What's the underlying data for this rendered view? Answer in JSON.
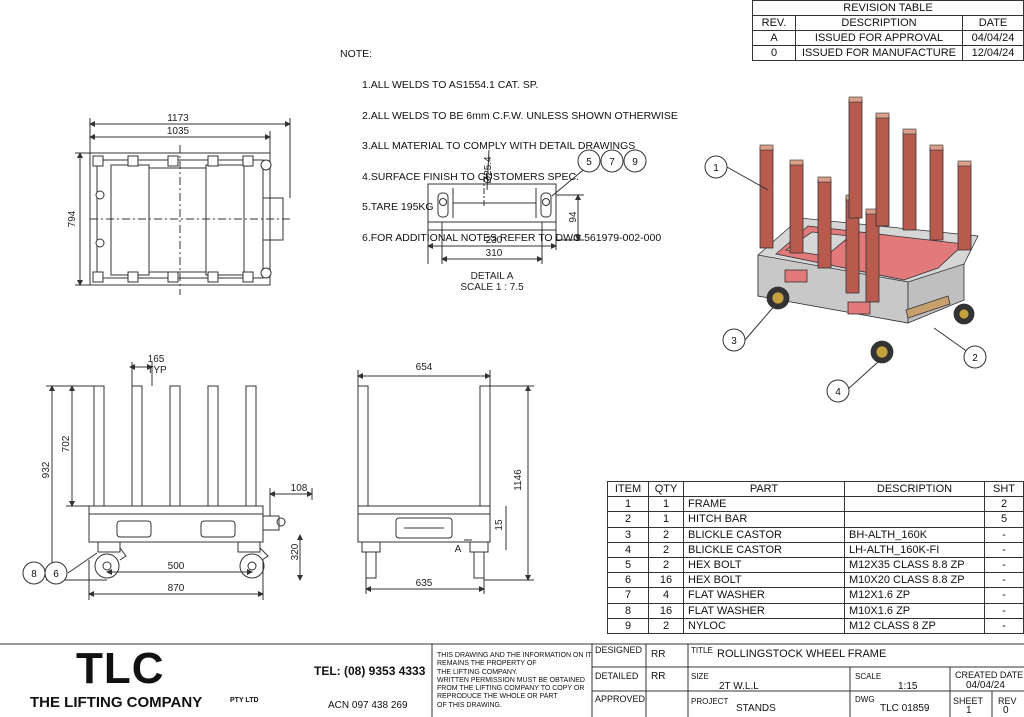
{
  "notes": {
    "heading": "NOTE:",
    "items": [
      "1.ALL WELDS TO AS1554.1 CAT. SP.",
      "2.ALL WELDS TO BE 6mm C.F.W. UNLESS SHOWN OTHERWISE",
      "3.ALL MATERIAL TO COMPLY WITH DETAIL DRAWINGS",
      "4.SURFACE FINISH TO CUSTOMERS SPEC.",
      "5.TARE 195KG",
      "6.FOR ADDITIONAL NOTES REFER TO DWG 561979-002-000"
    ]
  },
  "revision_table": {
    "title": "REVISION TABLE",
    "headers": [
      "REV.",
      "DESCRIPTION",
      "DATE"
    ],
    "rows": [
      [
        "A",
        "ISSUED FOR APPROVAL",
        "04/04/24"
      ],
      [
        "0",
        "ISSUED FOR MANUFACTURE",
        "12/04/24"
      ]
    ]
  },
  "bom": {
    "headers": [
      "ITEM",
      "QTY",
      "PART",
      "DESCRIPTION",
      "SHT"
    ],
    "rows": [
      [
        "1",
        "1",
        "FRAME",
        "",
        "2"
      ],
      [
        "2",
        "1",
        "HITCH BAR",
        "",
        "5"
      ],
      [
        "3",
        "2",
        "BLICKLE CASTOR",
        "BH-ALTH_160K",
        "-"
      ],
      [
        "4",
        "2",
        "BLICKLE CASTOR",
        "LH-ALTH_160K-FI",
        "-"
      ],
      [
        "5",
        "2",
        "HEX BOLT",
        "M12X35 CLASS 8.8 ZP",
        "-"
      ],
      [
        "6",
        "16",
        "HEX BOLT",
        "M10X20 CLASS 8.8 ZP",
        "-"
      ],
      [
        "7",
        "4",
        "FLAT WASHER",
        "M12X1.6 ZP",
        "-"
      ],
      [
        "8",
        "16",
        "FLAT WASHER",
        "M10X1.6 ZP",
        "-"
      ],
      [
        "9",
        "2",
        "NYLOC",
        "M12 CLASS 8 ZP",
        "-"
      ]
    ]
  },
  "dimensions": {
    "top_view": {
      "overall_width": "1173",
      "inner_width": "1035",
      "depth": "794"
    },
    "detail_a": {
      "hole_dia": "Ø25.4",
      "height": "94",
      "inner": "230",
      "outer": "310",
      "label": "DETAIL A",
      "scale": "SCALE 1 : 7.5"
    },
    "side_view": {
      "post_spacing": "165",
      "typ": "TYP",
      "post_height": "702",
      "overall_height": "932",
      "hitch": "108",
      "wheel_height": "320",
      "wheelbase": "500",
      "length": "870"
    },
    "end_view": {
      "width_top": "654",
      "overall_height": "1146",
      "offset": "15",
      "width_bottom": "635",
      "section_marker": "A"
    }
  },
  "balloons": [
    "5",
    "7",
    "9",
    "1",
    "2",
    "3",
    "4",
    "8",
    "6"
  ],
  "title_block": {
    "company_logo": "TLC",
    "company_name": "THE LIFTING COMPANY",
    "company_suffix": "PTY LTD",
    "phone": "TEL: (08) 9353 4333",
    "acn": "ACN 097 438 269",
    "disclaimer": [
      "THIS DRAWING AND THE INFORMATION ON IT",
      "REMAINS THE PROPERTY OF",
      "THE LIFTING COMPANY.",
      "WRITTEN PERMISSION MUST BE OBTAINED",
      "FROM THE LIFTING COMPANY TO COPY OR",
      "REPRODUCE THE WHOLE OR PART",
      "OF THIS DRAWING."
    ],
    "designed_label": "DESIGNED",
    "designed": "RR",
    "detailed_label": "DETAILED",
    "detailed": "RR",
    "approved_label": "APPROVED",
    "approved": "",
    "title_label": "TITLE",
    "title": "ROLLINGSTOCK WHEEL FRAME",
    "size_label": "SIZE",
    "size": "2T W.L.L",
    "scale_label": "SCALE",
    "scale": "1:15",
    "created_label": "CREATED DATE",
    "created": "04/04/24",
    "project_label": "PROJECT",
    "project": "STANDS",
    "dwg_label": "DWG",
    "dwg": "TLC 01859",
    "sheet_label": "SHEET",
    "sheet": "1",
    "rev_label": "REV",
    "rev": "0"
  },
  "colors": {
    "post": "#b85a4e",
    "post_top": "#d9a08a",
    "frame": "#d6d6d6",
    "floor": "#e2797a",
    "wheel": "#c4a13c",
    "hitch": "#c8a06e"
  }
}
